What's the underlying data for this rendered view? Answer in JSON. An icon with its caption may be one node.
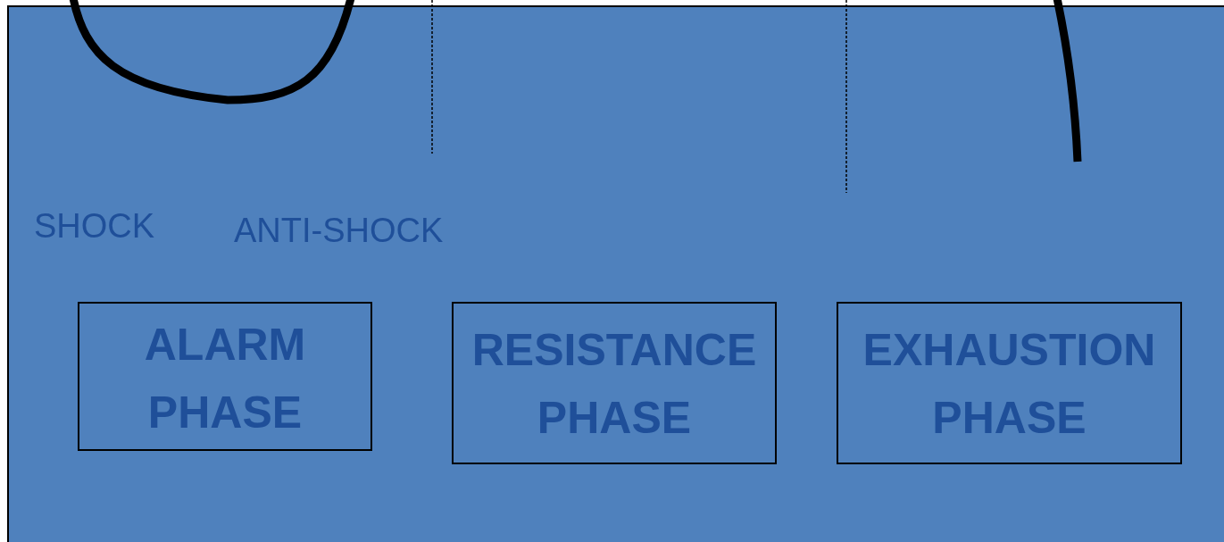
{
  "diagram": {
    "nodes": [
      {
        "text": [
          "ALARM PHASE"
        ]
      },
      {
        "text": [
          "RESISTANCE PHASE"
        ]
      },
      {
        "text": [
          "EXHAUSTION PHASE"
        ]
      }
    ],
    "labels": [
      "SHOCK",
      "ANTI-SHOCK"
    ]
  }
}
